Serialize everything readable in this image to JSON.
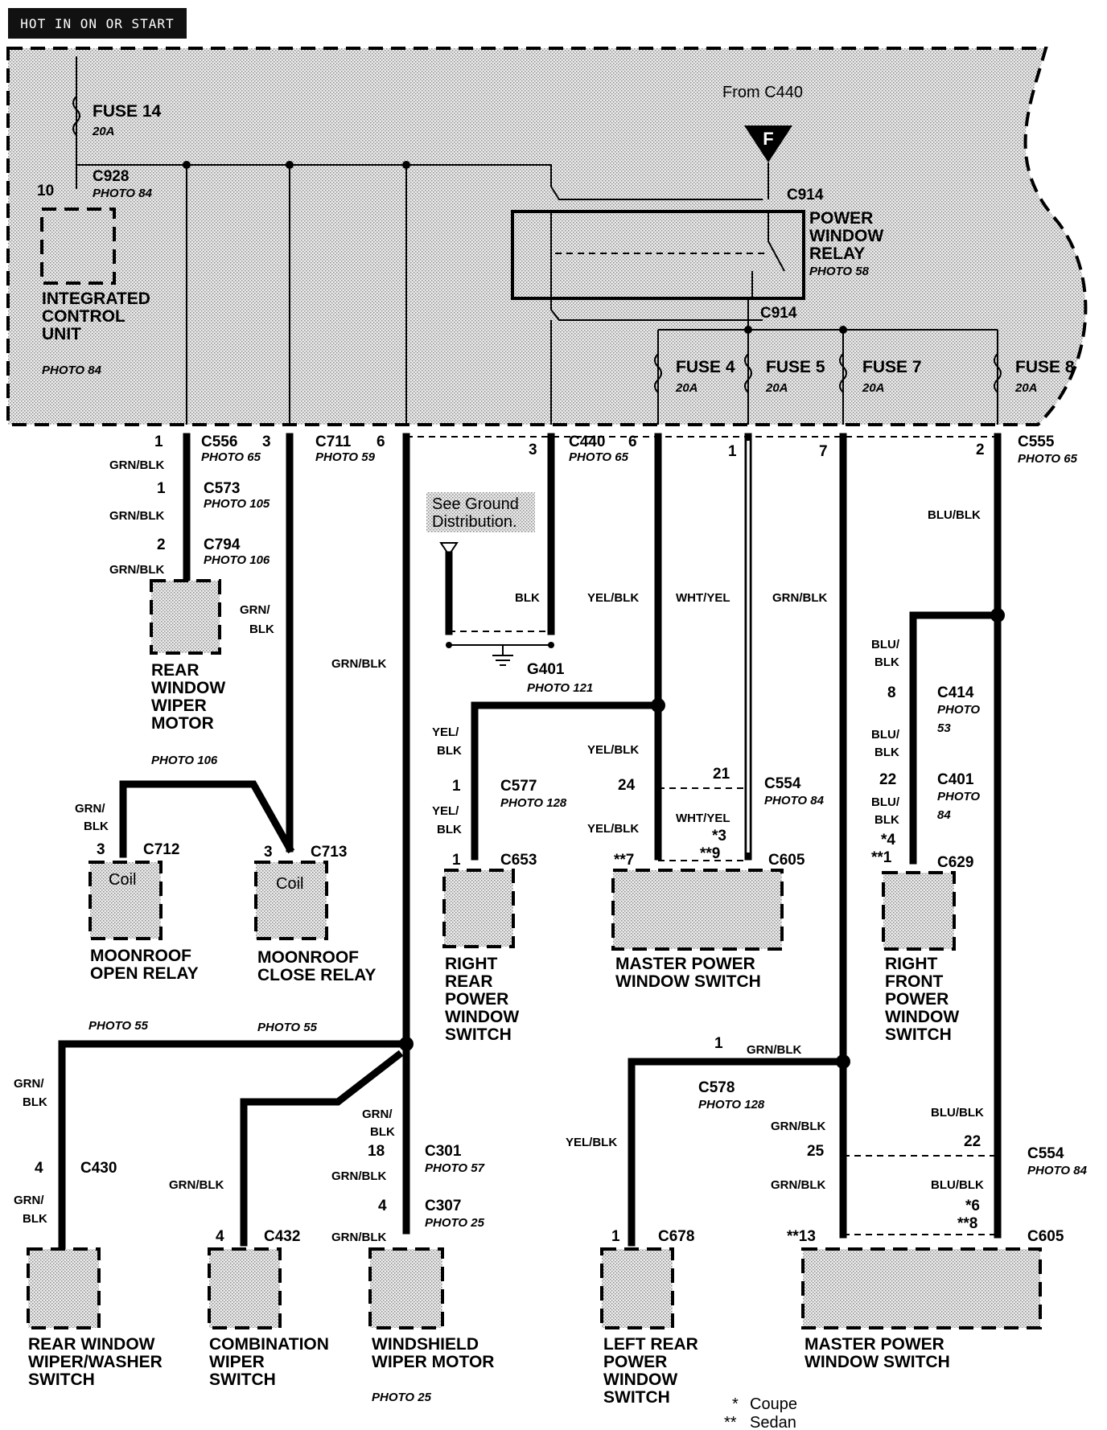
{
  "header": {
    "title": "HOT IN ON OR START"
  },
  "source": "From C440",
  "fuses": [
    {
      "name": "FUSE 14",
      "rating": "20A"
    },
    {
      "name": "FUSE 4",
      "rating": "20A"
    },
    {
      "name": "FUSE 5",
      "rating": "20A"
    },
    {
      "name": "FUSE 7",
      "rating": "20A"
    },
    {
      "name": "FUSE 8",
      "rating": "20A"
    }
  ],
  "components": {
    "icu": {
      "line1": "INTEGRATED",
      "line2": "CONTROL",
      "line3": "UNIT",
      "photo": "PHOTO 84"
    },
    "relay": {
      "line1": "POWER",
      "line2": "WINDOW",
      "line3": "RELAY",
      "photo": "PHOTO 58"
    },
    "rear_wiper_motor": {
      "line1": "REAR",
      "line2": "WINDOW",
      "line3": "WIPER",
      "line4": "MOTOR",
      "photo": "PHOTO 106"
    },
    "moonroof_open": {
      "coil": "Coil",
      "line1": "MOONROOF",
      "line2": "OPEN RELAY"
    },
    "moonroof_close": {
      "coil": "Coil",
      "line1": "MOONROOF",
      "line2": "CLOSE RELAY"
    },
    "rr_switch": {
      "line1": "RIGHT",
      "line2": "REAR",
      "line3": "POWER",
      "line4": "WINDOW",
      "line5": "SWITCH"
    },
    "master_switch": {
      "line1": "MASTER POWER",
      "line2": "WINDOW SWITCH"
    },
    "rf_switch": {
      "line1": "RIGHT",
      "line2": "FRONT",
      "line3": "POWER",
      "line4": "WINDOW",
      "line5": "SWITCH"
    },
    "rear_washer_switch": {
      "line1": "REAR WINDOW",
      "line2": "WIPER/WASHER",
      "line3": "SWITCH"
    },
    "combo_switch": {
      "line1": "COMBINATION",
      "line2": "WIPER",
      "line3": "SWITCH"
    },
    "ws_wiper_motor": {
      "line1": "WINDSHIELD",
      "line2": "WIPER MOTOR",
      "photo": "PHOTO 25"
    },
    "lr_switch": {
      "line1": "LEFT REAR",
      "line2": "POWER",
      "line3": "WINDOW",
      "line4": "SWITCH"
    },
    "master_switch2": {
      "line1": "MASTER POWER",
      "line2": "WINDOW SWITCH"
    }
  },
  "connectors": {
    "c928": {
      "name": "C928",
      "pin": "10",
      "photo": "PHOTO 84"
    },
    "c914a": {
      "name": "C914"
    },
    "c914b": {
      "name": "C914"
    },
    "c556": {
      "name": "C556",
      "pin": "1",
      "photo": "PHOTO 65"
    },
    "c711": {
      "name": "C711",
      "pin": "3",
      "photo": "PHOTO 59"
    },
    "c711_pin6": "6",
    "c440": {
      "name": "C440",
      "pin": "3",
      "photo": "PHOTO 65"
    },
    "c440_pin6": "6",
    "c440_pin1": "1",
    "c440_pin7": "7",
    "c555": {
      "name": "C555",
      "pin": "2",
      "photo": "PHOTO 65"
    },
    "c573": {
      "name": "C573",
      "pin": "1",
      "photo": "PHOTO 105"
    },
    "c794": {
      "name": "C794",
      "pin": "2",
      "photo": "PHOTO 106"
    },
    "c712": {
      "name": "C712",
      "pin": "3"
    },
    "c713": {
      "name": "C713",
      "pin": "3"
    },
    "g401": {
      "name": "G401",
      "photo": "PHOTO 121"
    },
    "c414": {
      "name": "C414",
      "pin": "8",
      "photo1": "PHOTO",
      "photo2": "53"
    },
    "c401": {
      "name": "C401",
      "pin": "22",
      "photo1": "PHOTO",
      "photo2": "84"
    },
    "c577": {
      "name": "C577",
      "pin": "1",
      "photo": "PHOTO 128"
    },
    "c554a": {
      "name": "C554",
      "pin_left": "24",
      "pin_right": "21",
      "photo": "PHOTO 84"
    },
    "c653": {
      "name": "C653",
      "pin": "1"
    },
    "c605a": {
      "name": "C605",
      "pin_left": "**7",
      "pin_a": "*3",
      "pin_b": "**9"
    },
    "c629": {
      "name": "C629",
      "pin_a": "*4",
      "pin_b": "**1"
    },
    "c430": {
      "name": "C430",
      "pin": "4"
    },
    "c432": {
      "name": "C432",
      "pin": "4"
    },
    "c301": {
      "name": "C301",
      "pin": "18",
      "photo": "PHOTO 57"
    },
    "c307": {
      "name": "C307",
      "pin": "4",
      "photo": "PHOTO 25"
    },
    "c578": {
      "name": "C578",
      "pin": "1",
      "photo": "PHOTO 128"
    },
    "c678": {
      "name": "C678",
      "pin": "1"
    },
    "c554b": {
      "name": "C554",
      "pin_left": "25",
      "pin_right": "22",
      "photo": "PHOTO 84"
    },
    "c605b": {
      "name": "C605",
      "pin_left": "**13",
      "pin_a": "*6",
      "pin_b": "**8"
    }
  },
  "wire_colors": {
    "grn_blk": "GRN/BLK",
    "grn_slash": "GRN/",
    "blk": "BLK",
    "yel_blk": "YEL/BLK",
    "yel_slash": "YEL/",
    "wht_yel": "WHT/YEL",
    "blu_blk": "BLU/BLK",
    "blu_slash": "BLU/"
  },
  "photos": {
    "p55": "PHOTO 55"
  },
  "ground_note": {
    "line1": "See Ground",
    "line2": "Distribution."
  },
  "ground_ref": "F",
  "legend": [
    {
      "symbol": "*",
      "text": "Coupe"
    },
    {
      "symbol": "**",
      "text": "Sedan"
    }
  ],
  "colors": {
    "background": "#ffffff",
    "ink": "#000000",
    "shade": "#d9d9d9"
  }
}
